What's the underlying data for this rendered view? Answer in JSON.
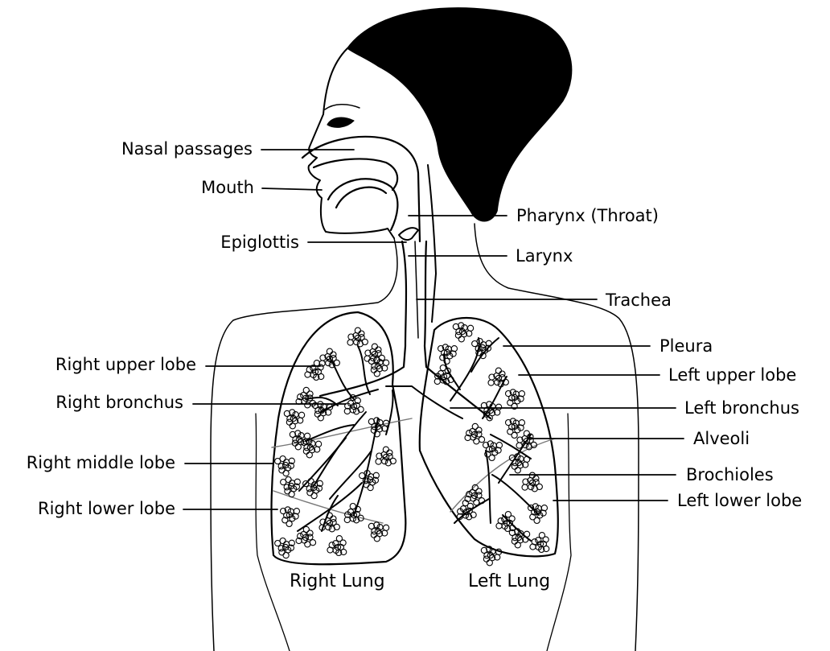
{
  "colors": {
    "ink": "#000000",
    "background": "#ffffff",
    "hair": "#000000",
    "lobe_fissure": "#777777"
  },
  "labels": {
    "nasal_passages": "Nasal passages",
    "mouth": "Mouth",
    "epiglottis": "Epiglottis",
    "pharynx": "Pharynx (Throat)",
    "larynx": "Larynx",
    "trachea": "Trachea",
    "pleura": "Pleura",
    "right_upper_lobe": "Right upper lobe",
    "left_upper_lobe": "Left upper lobe",
    "right_bronchus": "Right bronchus",
    "left_bronchus": "Left bronchus",
    "alveoli": "Alveoli",
    "right_middle_lobe": "Right middle lobe",
    "brochioles": "Brochioles",
    "right_lower_lobe": "Right lower lobe",
    "left_lower_lobe": "Left lower lobe"
  },
  "captions": {
    "right_lung": "Right Lung",
    "left_lung": "Left Lung"
  }
}
